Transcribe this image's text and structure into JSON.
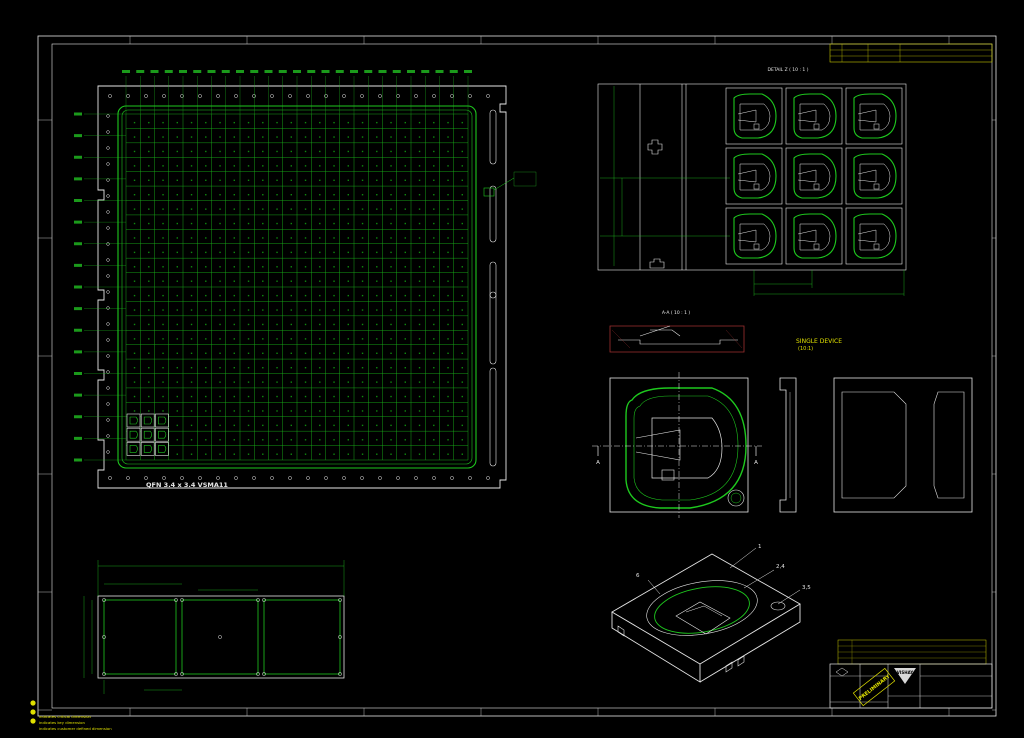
{
  "drawing": {
    "panel_label": "QFN 3.4 x 3.4   VSMA11",
    "detail_title": "DETAIL Z ( 10 : 1 )",
    "section_title": "A-A ( 10 : 1 )",
    "single_device_title": "SINGLE DEVICE",
    "single_device_scale": "(10:1)",
    "section_marker": "A",
    "callouts": [
      "1",
      "2,4",
      "3,5",
      "6"
    ],
    "legend": [
      "indicates critical dimension",
      "indicates key dimension",
      "indicates customer defined dimension"
    ],
    "title_block": {
      "company": "VISHAY",
      "stamp": "PRELIMINARY"
    }
  },
  "colors": {
    "background": "#000000",
    "outline": "#e6e6e6",
    "grid": "#1ec81e",
    "dimension": "#2ad02a",
    "note": "#e0e000"
  }
}
